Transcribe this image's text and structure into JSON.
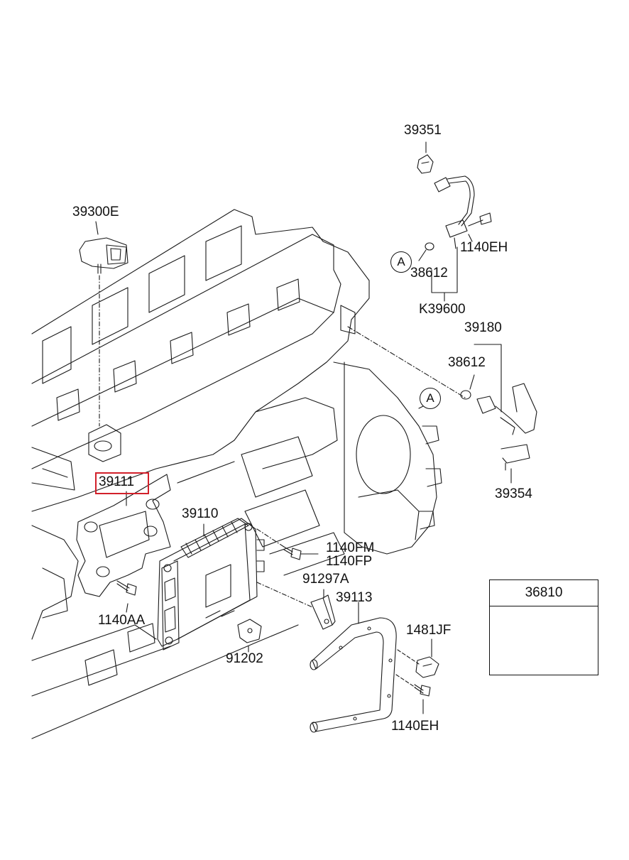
{
  "parts": {
    "p39351": "39351",
    "p39300E": "39300E",
    "p1140EH_top": "1140EH",
    "p38612_top": "38612",
    "pK39600": "K39600",
    "p39180": "39180",
    "p38612_mid": "38612",
    "p39354": "39354",
    "p39111": "39111",
    "p39110": "39110",
    "p1140FM": "1140FM",
    "p1140FP": "1140FP",
    "p91297A": "91297A",
    "p39113": "39113",
    "p1481JF": "1481JF",
    "p1140AA": "1140AA",
    "p91202": "91202",
    "p1140EH_bottom": "1140EH",
    "p36810": "36810"
  },
  "callouts": {
    "a1": "A",
    "a2": "A"
  },
  "highlight_color": "#d2202a"
}
